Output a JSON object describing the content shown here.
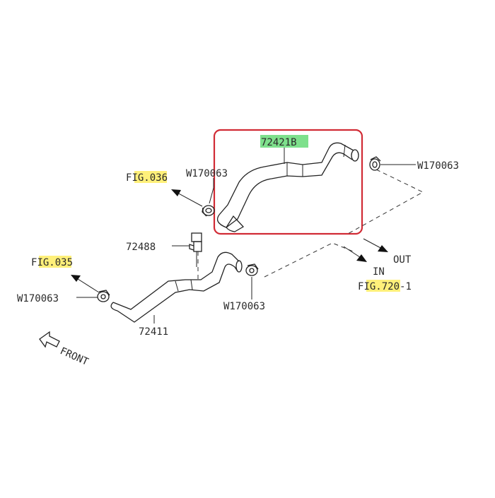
{
  "labels": {
    "part_main": "72421B",
    "part_lower": "72411",
    "part_connector": "72488",
    "clamp_right": "W170063",
    "clamp_upper_left": "W170063",
    "clamp_lower_left": "W170063",
    "clamp_lower_mid": "W170063",
    "fig036_prefix": "F",
    "fig036_highlight": "IG.03",
    "fig036_suffix": "6",
    "fig035_prefix": "F",
    "fig035_highlight": "IG.03",
    "fig035_suffix": "5",
    "fig720_prefix": "F",
    "fig720_highlight": "IG.72",
    "fig720_suffix": "0-1",
    "out": "OUT",
    "in": "IN",
    "front": "FRONT"
  },
  "colors": {
    "selection_box": "#d12b35",
    "highlight_yellow": "#fff07a",
    "highlight_green": "#7ee08c",
    "line": "#222222"
  }
}
